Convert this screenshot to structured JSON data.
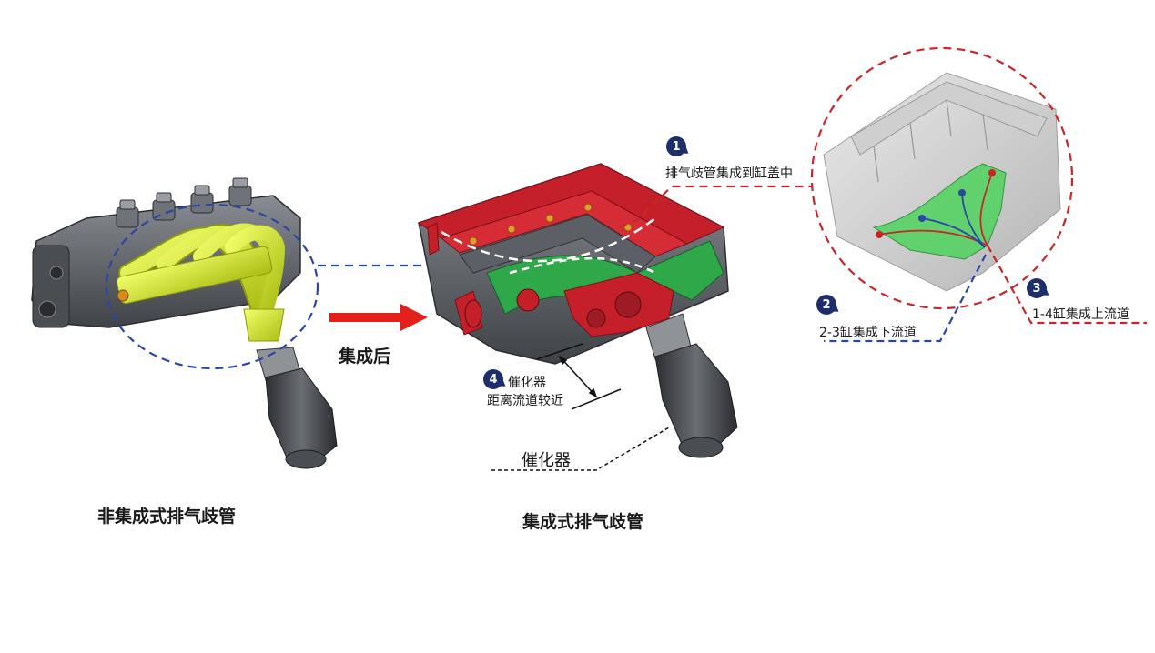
{
  "labels": {
    "after_integration": "集成后",
    "non_integrated_title": "非集成式排气歧管",
    "integrated_title": "集成式排气歧管",
    "catalyst": "催化器",
    "callout_1": "排气歧管集成到缸盖中",
    "callout_2": "2-3缸集成下流道",
    "callout_3": "1-4缸集成上流道",
    "callout_4_line1": "催化器",
    "callout_4_line2": "距离流道较近"
  },
  "badges": {
    "b1": "1",
    "b2": "2",
    "b3": "3",
    "b4": "4"
  },
  "colors": {
    "arrow_red": "#e3201b",
    "dash_blue": "#2b47a6",
    "dash_red": "#c8262b",
    "badge_navy": "#1c2e6b",
    "manifold_yellow": "#d9ee2a",
    "head_red": "#c51f2a",
    "head_green": "#2fa84a",
    "engine_gray": "#5a5d63",
    "catalyst_dark": "#3a3c40"
  }
}
